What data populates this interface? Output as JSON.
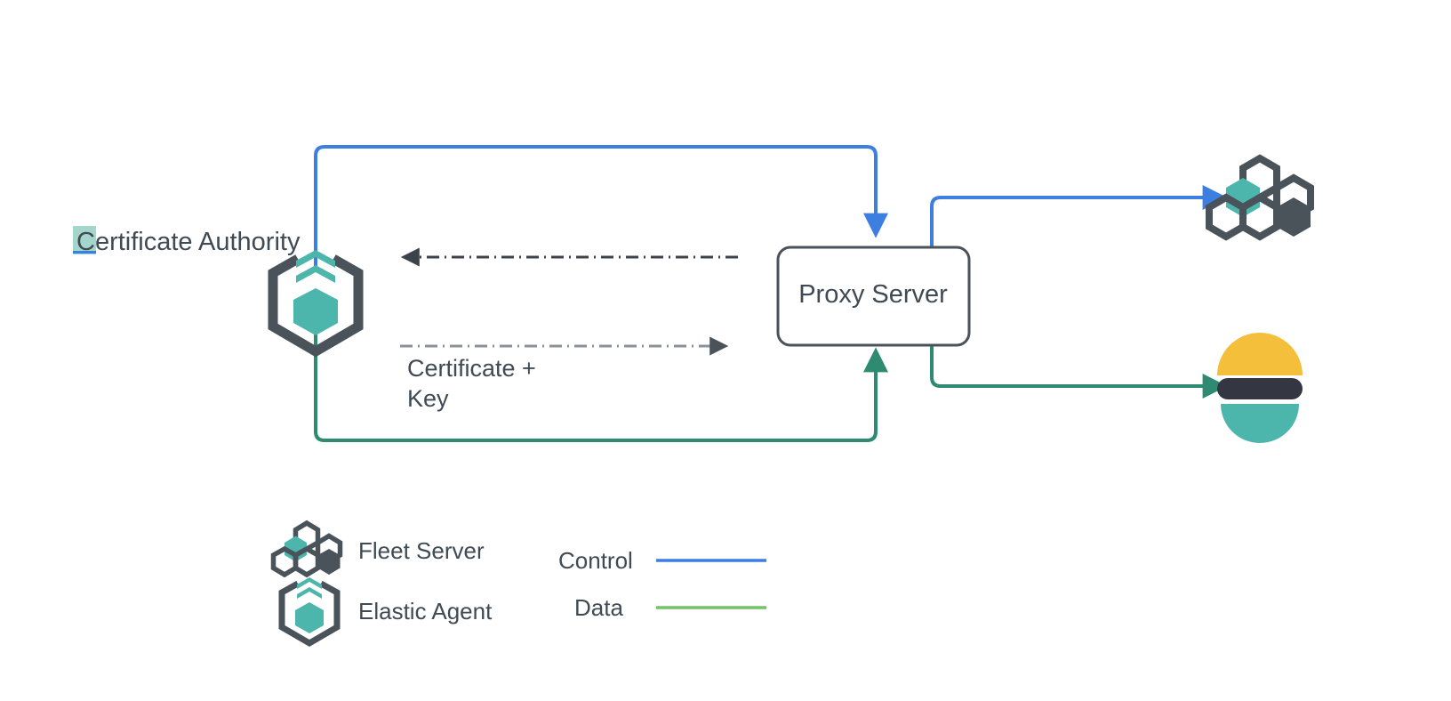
{
  "diagram": {
    "title": "Certificate Authority",
    "background": "#ffffff",
    "nodes": {
      "certificate_authority": {
        "label": "Certificate Authority",
        "icon": "elastic-agent-icon",
        "highlight_color": "#a5d6cb",
        "text_color": "#3f4a54"
      },
      "proxy_server": {
        "label": "Proxy Server",
        "border_color": "#4a525a",
        "fill_color": "#ffffff",
        "text_color": "#3f4a54"
      },
      "fleet_server": {
        "label": "",
        "icon": "fleet-server-icon"
      },
      "elasticsearch": {
        "label": "",
        "icon": "elasticsearch-icon"
      }
    },
    "edges": {
      "control_agent_to_proxy": {
        "label": "",
        "color": "#3d7fe0",
        "style": "solid"
      },
      "control_proxy_to_fleet": {
        "label": "",
        "color": "#3d7fe0",
        "style": "solid"
      },
      "data_agent_to_proxy": {
        "label": "",
        "color": "#2e8a70",
        "style": "solid"
      },
      "data_proxy_to_elasticsearch": {
        "label": "",
        "color": "#2e8a70",
        "style": "solid"
      },
      "cert_request": {
        "label": "",
        "color": "#4a525a",
        "style": "dash-dot"
      },
      "cert_response": {
        "label": "Certificate +\nKey",
        "label_line1": "Certificate +",
        "label_line2": "Key",
        "color": "#8b919a",
        "style": "dash-dot"
      }
    },
    "legend": {
      "icons": [
        {
          "name": "fleet-server-icon",
          "label": "Fleet Server"
        },
        {
          "name": "elastic-agent-icon",
          "label": "Elastic Agent"
        }
      ],
      "lines": [
        {
          "name": "control-line",
          "label": "Control",
          "color": "#3d7fe0"
        },
        {
          "name": "data-line",
          "label": "Data",
          "color": "#73c368"
        }
      ]
    },
    "palette": {
      "teal": "#4db6ac",
      "dark_slate": "#4a525a",
      "blue": "#3d7fe0",
      "green": "#2e8a70",
      "legend_green": "#73c368",
      "elastic_yellow": "#f4c03c",
      "elastic_dark": "#343741",
      "elastic_teal": "#4db6ac",
      "gray_text": "#3f4a54"
    }
  }
}
